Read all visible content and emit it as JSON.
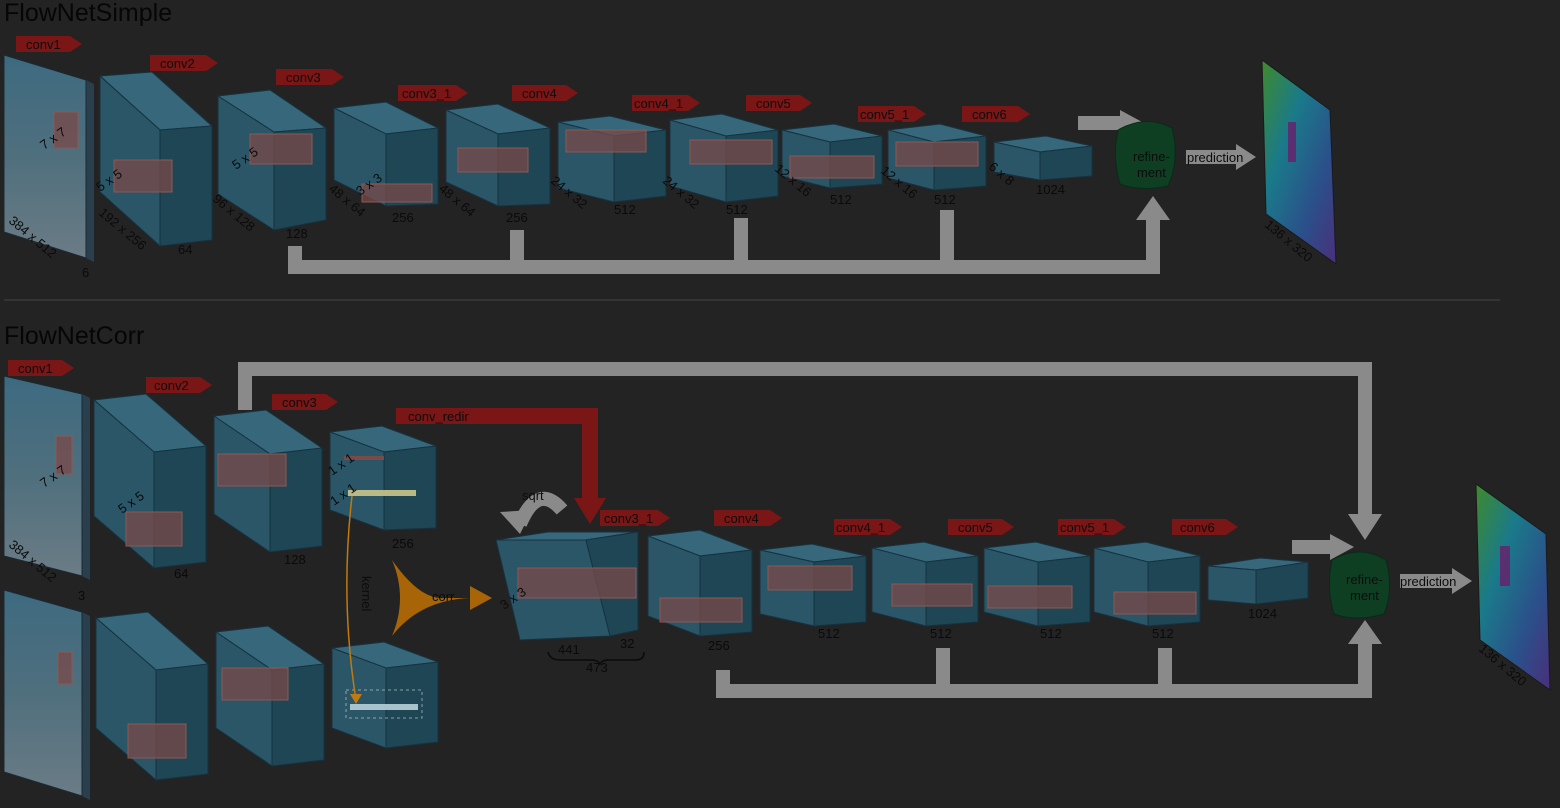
{
  "titles": {
    "top": "FlowNetSimple",
    "bottom": "FlowNetCorr"
  },
  "simple": {
    "layers": [
      "conv1",
      "conv2",
      "conv3",
      "conv3_1",
      "conv4",
      "conv4_1",
      "conv5",
      "conv5_1",
      "conv6"
    ],
    "kernels": [
      "7 x 7",
      "5 x 5",
      "5 x 5",
      "3 x 3"
    ],
    "sizes": [
      "384 x 512",
      "192 x 256",
      "96 x 128",
      "48 x 64",
      "48 x 64",
      "24 x 32",
      "24 x 32",
      "12 x 16",
      "12 x 16",
      "6 x 8"
    ],
    "channels": [
      "6",
      "64",
      "128",
      "256",
      "256",
      "512",
      "512",
      "512",
      "512",
      "1024"
    ],
    "refine": [
      "refine-",
      "ment"
    ],
    "prediction": "prediction",
    "out_size": "136 x 320"
  },
  "corr": {
    "layers": [
      "conv1",
      "conv2",
      "conv3",
      "conv_redir",
      "conv3_1",
      "conv4",
      "conv4_1",
      "conv5",
      "conv5_1",
      "conv6"
    ],
    "kernels": [
      "7 x 7",
      "5 x 5",
      "1 x 1",
      "1 x 1",
      "3 x 3"
    ],
    "sizes": [
      "384 x 512"
    ],
    "channels": [
      "3",
      "64",
      "128",
      "256",
      "441",
      "32",
      "473",
      "256",
      "512",
      "512",
      "512",
      "512",
      "1024"
    ],
    "sqrt": "sqrt",
    "kernel": "kernel",
    "corr": "corr",
    "refine": [
      "refine-",
      "ment"
    ],
    "prediction": "prediction",
    "out_size": "136 x 320"
  }
}
